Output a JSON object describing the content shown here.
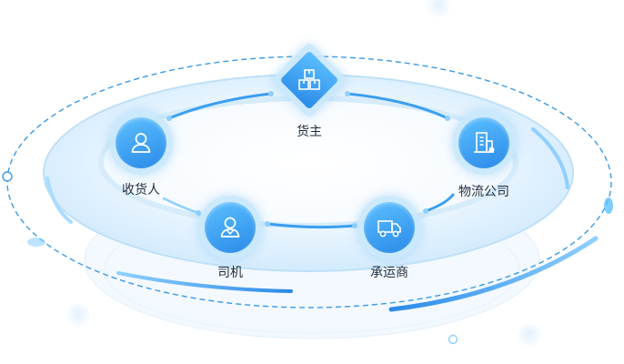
{
  "nodes": {
    "shipper": {
      "label": "货主",
      "icon": "boxes-icon"
    },
    "consignee": {
      "label": "收货人",
      "icon": "user-icon"
    },
    "logistics_company": {
      "label": "物流公司",
      "icon": "building-icon"
    },
    "driver": {
      "label": "司机",
      "icon": "driver-icon"
    },
    "carrier": {
      "label": "承运商",
      "icon": "truck-icon"
    }
  },
  "colors": {
    "accent": "#2a8ae8",
    "accent_light": "#5cc0ff",
    "ring": "#cfe8fb",
    "dashed_orbit": "#3a9ae6",
    "label": "#1f2d3d"
  }
}
